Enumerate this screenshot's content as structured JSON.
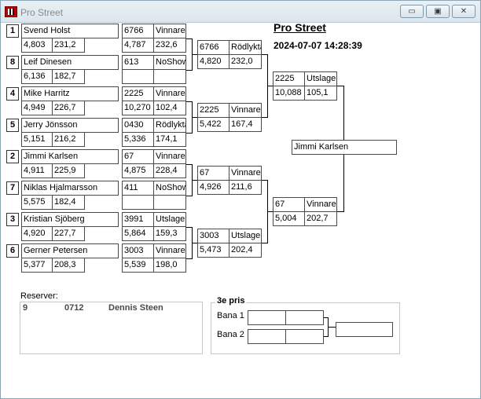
{
  "window": {
    "title": "Pro Street",
    "buttons": {
      "minimize": "▭",
      "maximize": "▣",
      "close": "✕"
    }
  },
  "header": {
    "title": "Pro Street",
    "datetime": "2024-07-07 14:28:39"
  },
  "round1": [
    {
      "seed": "1",
      "name": "Svend Holst",
      "rt": "4,803",
      "speed": "231,2",
      "time": "6766",
      "result": "Vinnare",
      "rt2": "4,787",
      "speed2": "232,6"
    },
    {
      "seed": "8",
      "name": "Leif Dinesen",
      "rt": "6,136",
      "speed": "182,7",
      "time": "613",
      "result": "NoShow",
      "rt2": "",
      "speed2": ""
    },
    {
      "seed": "4",
      "name": "Mike Harritz",
      "rt": "4,949",
      "speed": "226,7",
      "time": "2225",
      "result": "Vinnare",
      "rt2": "10,270",
      "speed2": "102,4"
    },
    {
      "seed": "5",
      "name": "Jerry Jönsson",
      "rt": "5,151",
      "speed": "216,2",
      "time": "0430",
      "result": "Rödlykta",
      "rt2": "5,336",
      "speed2": "174,1"
    },
    {
      "seed": "2",
      "name": "Jimmi Karlsen",
      "rt": "4,911",
      "speed": "225,9",
      "time": "67",
      "result": "Vinnare",
      "rt2": "4,875",
      "speed2": "228,4"
    },
    {
      "seed": "7",
      "name": "Niklas Hjalmarsson",
      "rt": "5,575",
      "speed": "182,4",
      "time": "411",
      "result": "NoShow",
      "rt2": "",
      "speed2": ""
    },
    {
      "seed": "3",
      "name": "Kristian Sjöberg",
      "rt": "4,920",
      "speed": "227,7",
      "time": "3991",
      "result": "Utslagen",
      "rt2": "5,864",
      "speed2": "159,3"
    },
    {
      "seed": "6",
      "name": "Gerner Petersen",
      "rt": "5,377",
      "speed": "208,3",
      "time": "3003",
      "result": "Vinnare",
      "rt2": "5,539",
      "speed2": "198,0"
    }
  ],
  "round2": [
    {
      "time": "6766",
      "result": "Rödlykta",
      "rt": "4,820",
      "speed": "232,0"
    },
    {
      "time": "2225",
      "result": "Vinnare",
      "rt": "5,422",
      "speed": "167,4"
    },
    {
      "time": "67",
      "result": "Vinnare",
      "rt": "4,926",
      "speed": "211,6"
    },
    {
      "time": "3003",
      "result": "Utslagen",
      "rt": "5,473",
      "speed": "202,4"
    }
  ],
  "round3": [
    {
      "time": "2225",
      "result": "Utslagen",
      "rt": "10,088",
      "speed": "105,1"
    },
    {
      "time": "67",
      "result": "Vinnare",
      "rt": "5,004",
      "speed": "202,7"
    }
  ],
  "winner": "Jimmi Karlsen",
  "reserves": {
    "label": "Reserver:",
    "entries": [
      {
        "num": "9",
        "number": "0712",
        "name": "Dennis Steen"
      }
    ]
  },
  "third_prize": {
    "label": "3e pris",
    "lane1": "Bana 1",
    "lane2": "Bana 2"
  }
}
